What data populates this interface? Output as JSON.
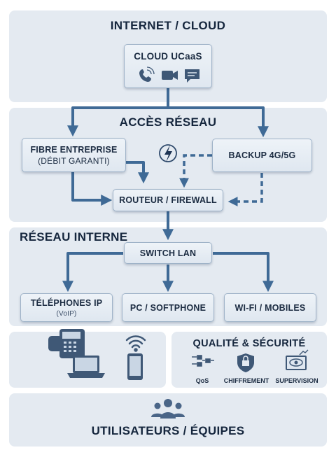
{
  "sections": {
    "internet": "INTERNET / CLOUD",
    "access": "ACCÈS RÉSEAU",
    "internal": "RÉSEAU INTERNE",
    "quality": "QUALITÉ & SÉCURITÉ",
    "users": "UTILISATEURS / ÉQUIPES"
  },
  "nodes": {
    "cloud": "CLOUD UCaaS",
    "fiber_line1": "FIBRE ENTREPRISE",
    "fiber_line2": "(DÉBIT GARANTI)",
    "backup": "BACKUP 4G/5G",
    "router": "ROUTEUR / FIREWALL",
    "switch": "SWITCH LAN",
    "phones": "TÉLÉPHONES IP",
    "phones_sub": "(VoIP)",
    "pc": "PC / SOFTPHONE",
    "wifi": "WI-FI / MOBILES"
  },
  "quality_items": [
    {
      "label": "QoS",
      "icon": "qos-icon"
    },
    {
      "label": "CHIFFREMENT",
      "icon": "lock-shield-icon"
    },
    {
      "label": "SUPERVISION",
      "icon": "monitor-eye-icon"
    }
  ],
  "colors": {
    "panel": "#e4eaf1",
    "arrow": "#3f6a96",
    "box_border": "#9fb3c8",
    "text": "#1c2c42"
  }
}
